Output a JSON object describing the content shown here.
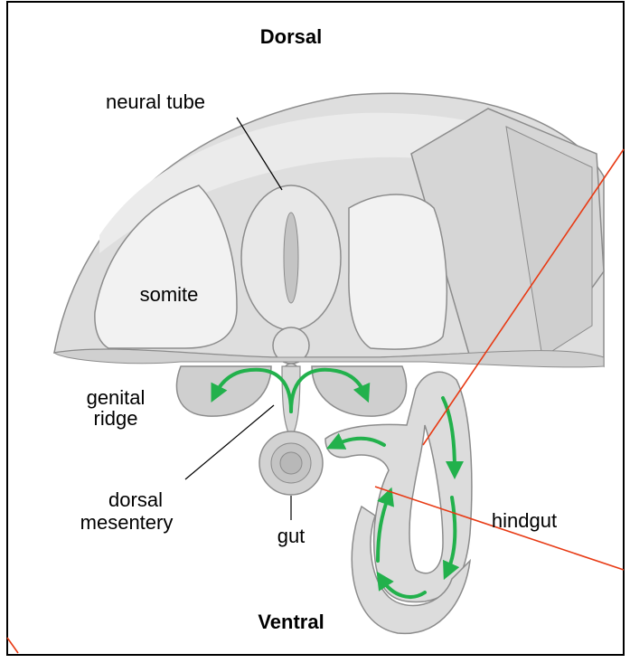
{
  "labels": {
    "dorsal": "Dorsal",
    "ventral": "Ventral",
    "neural_tube": "neural tube",
    "somite": "somite",
    "genital_ridge_line1": "genital",
    "genital_ridge_line2": "ridge",
    "dorsal_mesentery_line1": "dorsal",
    "dorsal_mesentery_line2": "mesentery",
    "gut": "gut",
    "hindgut": "hindgut"
  },
  "colors": {
    "tissue": "#dcdcdc",
    "tissue_light": "#ebebeb",
    "outline": "#8c8c8c",
    "migration_arrow": "#22b14c",
    "annotation_line": "#e83a14",
    "frame": "#000000"
  },
  "icons": {
    "migration_arrows": "arrow-icon"
  }
}
